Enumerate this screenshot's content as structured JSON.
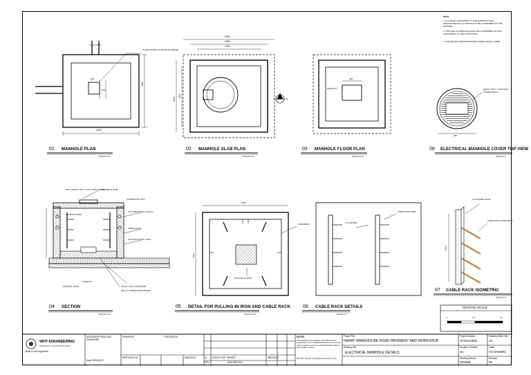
{
  "notes": {
    "heading": "NOTE",
    "items": [
      "1.  ALL WORK CONFORMS TO THE DRAWINGS AND SPECIFICATIONS, ALL DETAILS TO BE CONFIRMED ON THE GROUND.",
      "2.  THE SIZE OF MANHOLE SHALL BE CONFIRMED ON SITE ACCORDING TO THE CONDITIONS.",
      "3.  FOR DETAILS REINFORCEMENT REFER DETAIL SHEET."
    ]
  },
  "views": [
    {
      "num": "01",
      "title": "MANHOLE PLAN",
      "scale": "SCALE 1:10"
    },
    {
      "num": "02",
      "title": "MANHOLE SLAB PLAN",
      "scale": "SCALE 1:10"
    },
    {
      "num": "03",
      "title": "MANHOLE FLOOR PLAN",
      "scale": "SCALE 1:10"
    },
    {
      "num": "08",
      "title": "ELECTRICAL MANHOLE COVER TOP VIEW",
      "scale": "SCALE 1:5"
    },
    {
      "num": "04",
      "title": "SECTION",
      "scale": "SCALE 1:10"
    },
    {
      "num": "05",
      "title": "DETAIL FOR PULLING-IN IRON AND CABLE RACK",
      "scale": "SCALE 1:10"
    },
    {
      "num": "06",
      "title": "CABLE RACK DETAILS",
      "scale": "SCALE 1:5"
    },
    {
      "num": "07",
      "title": "CABLE RACK ISOMETRIC",
      "scale": "SCALE 1:5"
    }
  ],
  "dimensions": {
    "v01_bottom": "1400",
    "v01_side": "1400",
    "v01_small_a": "200",
    "v01_small_b": "300",
    "v01_callout": "CLEAR COVER TO BASE OF FRAME",
    "v02_top_outer": "1800",
    "v02_top_mid": "1600",
    "v02_top_inner": "1400",
    "v02_left": "1400",
    "v02_left_outer": "2000",
    "v03_top": "300",
    "v03_callout": "SUMP PIT",
    "v08_bottom": "600",
    "v08_callout": "HEAVY DUTY CAST IRON COVER 600mm",
    "v05_top": "1800",
    "v05_left": "1800",
    "v05_callout_right": "CONCRETE",
    "v05_callout_bottom": "PULLING-IN IRON",
    "v06_callout_right": "CABLE RACK ARM",
    "v06_callout_left": "C-CHANNEL",
    "v07_callout_top": "C-CHANNEL 40x40",
    "v07_callout_arm": "CABLE RACK ARM 300mm",
    "v07_dim": "1000",
    "v04_callouts": [
      "50mm HEAVY DUTY CAST IRON COVER",
      "CONCRETE SLAB",
      "COMPACTED SOIL",
      "CONDUIT PIPES",
      "CONCRETE WALL 200mm",
      "CONSTRUCTION JOINT",
      "CABLE RACK",
      "SUMP PIT",
      "100mm LEAN CONCRETE",
      "150mm COMPACTED GRAVEL",
      "GROUND LEVEL"
    ]
  },
  "graphic_scale": {
    "title": "GRAPHIC SCALE",
    "ticks": [
      "0",
      "0.5",
      "1m"
    ]
  },
  "title_block": {
    "org_name": "WFP ENGINEERING",
    "org_tagline": "Building for a sustainable future",
    "org_sub": "World Food Programme",
    "designer_label": "DESIGNER'S SEAL AND SIGNATURE",
    "date_label": "Date: 08/03/2023",
    "rev_label": "REV",
    "description_label": "DESCRIPTION",
    "revision_row": "ISSUED FOR TENDER",
    "drawn_label": "DRAWN BY",
    "checked_label": "CHECKED BY",
    "approved_label": "APPROVED BY",
    "date_col": "08/03/2023",
    "rev_num": "01",
    "disclaimer_label": "NOTES",
    "disclaimer": "This drawing is the property of the World Food Programme. It is a confidential document and must not be copied, used or its content divulged without prior written consent.",
    "disclaimer_2": "DO NOT SCALE. Use figured dimensions only.",
    "project_title_label": "Project Title",
    "project_title": "HERAT WAREHOUSE ROAD PAVEMENT AND WORKSHOP",
    "drawing_title_label": "Drawing Title",
    "drawing_title": "ELECTRICAL MANHOLE DETAILS",
    "project_number_label": "Project Number",
    "project_number": "AFGHA0829",
    "sheet_size_label": "Drawing Sheet Size",
    "sheet_size": "A3",
    "number_of_sheets_label": "Number of Sheets",
    "number_of_sheets": "44",
    "scale_label": "Scale",
    "scale": "AS SHOWN",
    "drawing_number_label": "Drawing Number",
    "drawing_number": "DG0084",
    "revision_label": "Revision",
    "revision": "00"
  }
}
